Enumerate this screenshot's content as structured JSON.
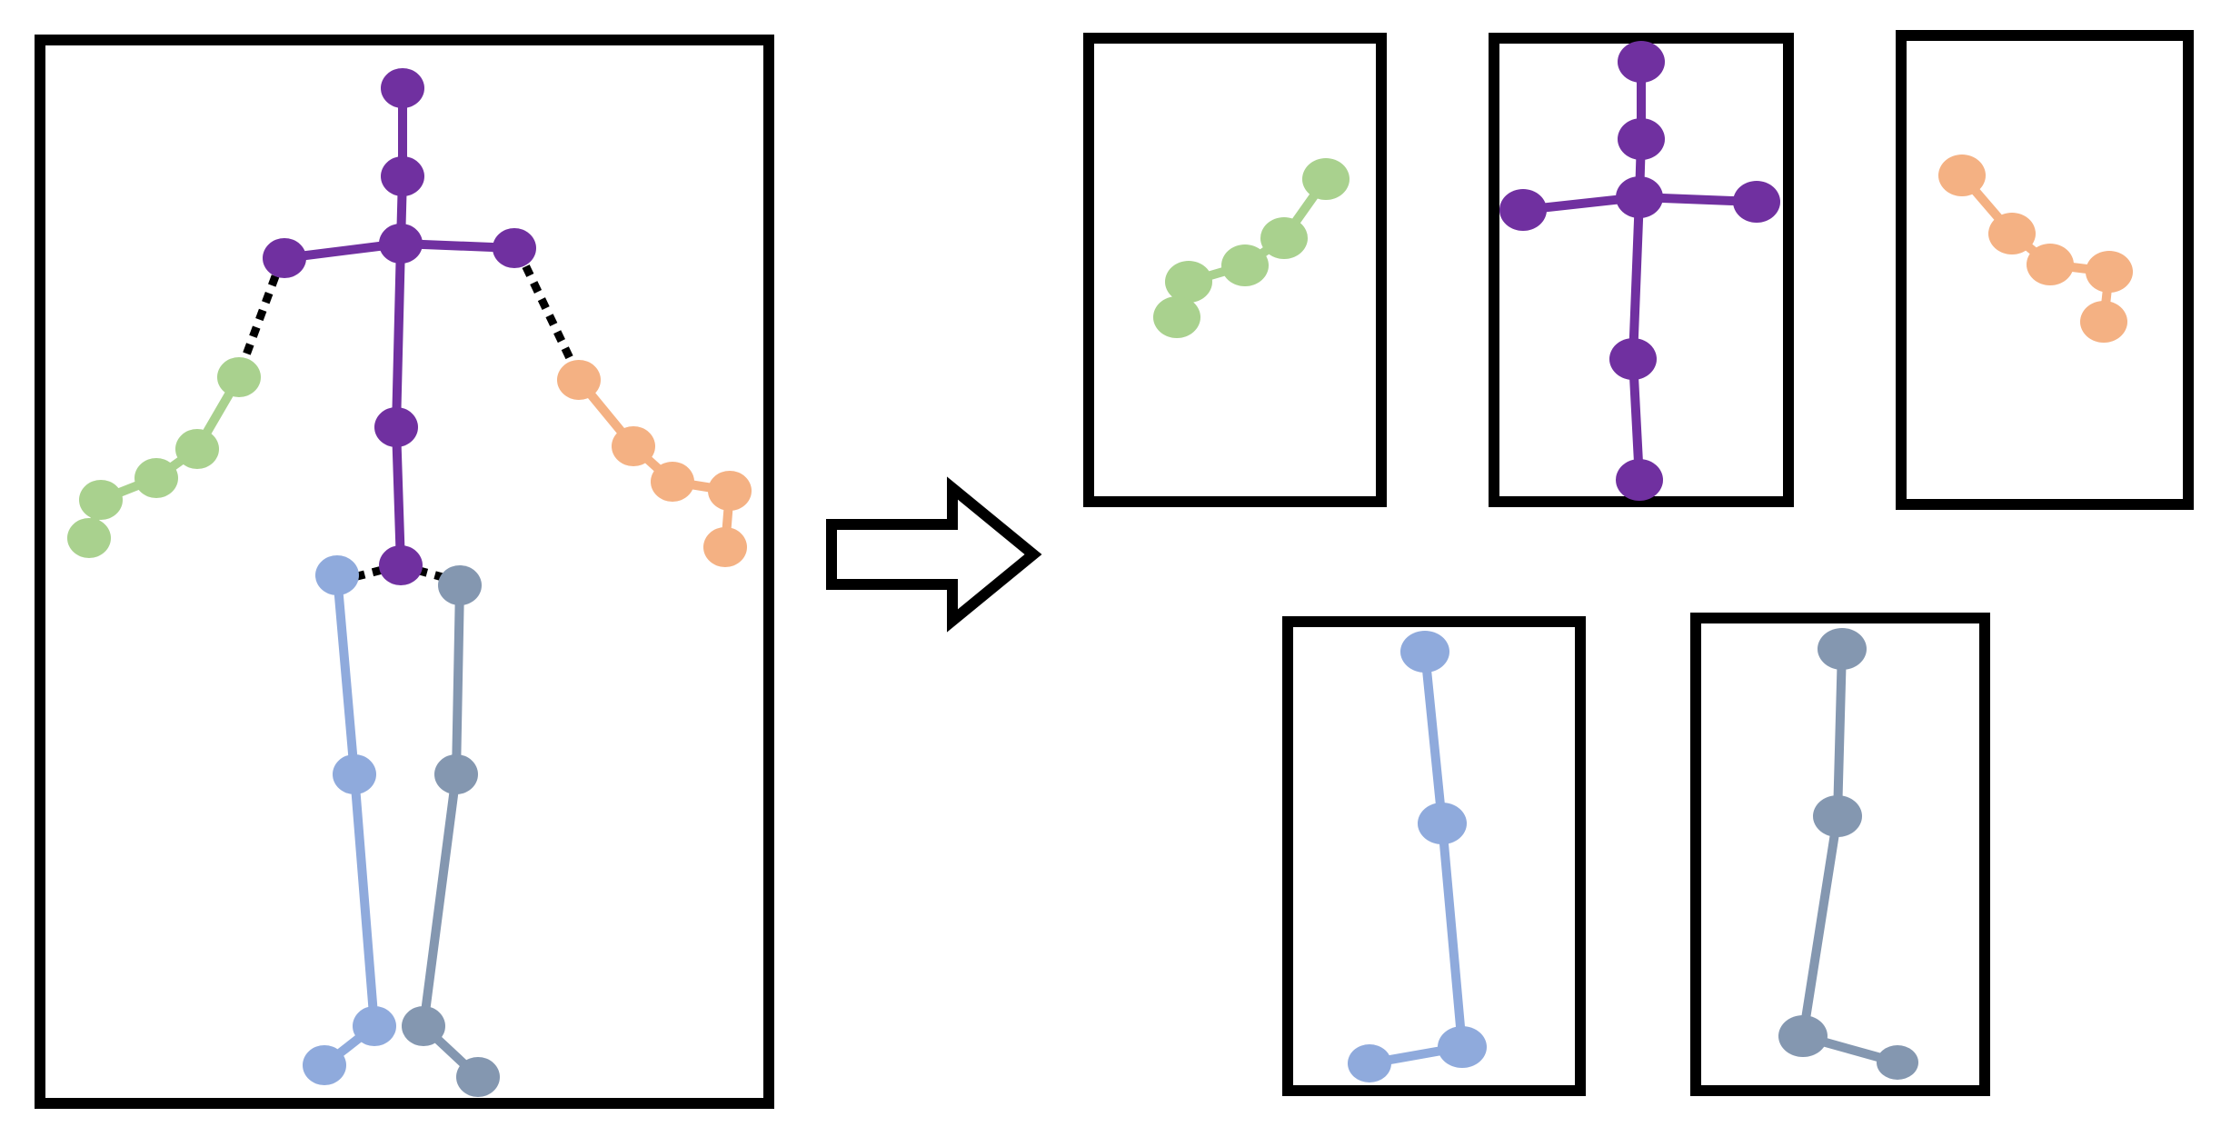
{
  "colors": {
    "frame": "#000000",
    "torso": "#7030a0",
    "left_arm": "#a9d18e",
    "right_arm": "#f4b183",
    "left_leg": "#8faadc",
    "right_leg": "#8497b0"
  },
  "icons": {
    "arrow": "right-arrow-icon"
  },
  "parts": [
    {
      "id": "torso",
      "color_key": "torso"
    },
    {
      "id": "left-arm",
      "color_key": "left_arm"
    },
    {
      "id": "right-arm",
      "color_key": "right_arm"
    },
    {
      "id": "left-leg",
      "color_key": "left_leg"
    },
    {
      "id": "right-leg",
      "color_key": "right_leg"
    }
  ]
}
